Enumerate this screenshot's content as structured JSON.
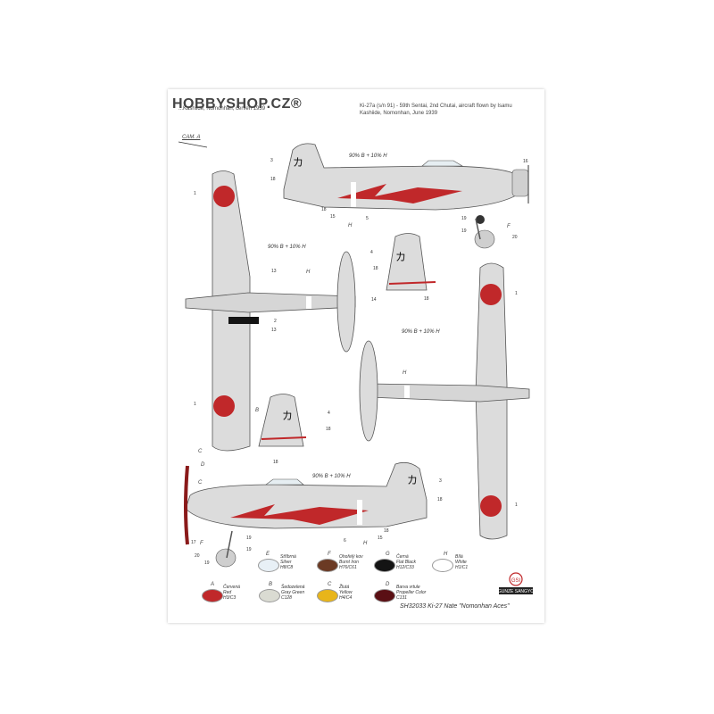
{
  "watermark": "HOBBYSHOP.CZ®",
  "caption_left": "...Kashilde, Nomonhan, červen 1939",
  "caption_right": "Ki-27a (s/n 91) - 59th Sentai, 2nd Chutai, aircraft flown by Isamu Kashiide, Nomonhan, June 1939",
  "cam_label": "CAM. A",
  "paint_callout": "90% B + 10% H",
  "tail_kana": "カ",
  "num_labels": {
    "n1": "1",
    "n2": "2",
    "n3": "3",
    "n4": "4",
    "n5": "5",
    "n6": "6",
    "n13": "13",
    "n14": "14",
    "n15": "15",
    "n16": "16",
    "n17": "17",
    "n18": "18",
    "n19": "19",
    "n20": "20"
  },
  "letters": {
    "B": "B",
    "C": "C",
    "D": "D",
    "F": "F",
    "H": "H"
  },
  "legend": [
    {
      "key": "E",
      "line1": "Stříbrná",
      "line2": "Silver",
      "line3": "H8/C8",
      "color": "#e8f0f6"
    },
    {
      "key": "F",
      "line1": "Ohořelý kov",
      "line2": "Burnt Iron",
      "line3": "H76/C61",
      "color": "#6b3a24"
    },
    {
      "key": "G",
      "line1": "Černá",
      "line2": "Flat Black",
      "line3": "H12/C33",
      "color": "#141414"
    },
    {
      "key": "H",
      "line1": "Bílá",
      "line2": "White",
      "line3": "H1/C1",
      "color": "#ffffff"
    },
    {
      "key": "A",
      "line1": "Červená",
      "line2": "Red",
      "line3": "H3/C3",
      "color": "#c0282a"
    },
    {
      "key": "B",
      "line1": "Šedozelená",
      "line2": "Gray Green",
      "line3": "C128",
      "color": "#dadbd2"
    },
    {
      "key": "C",
      "line1": "Žlutá",
      "line2": "Yellow",
      "line3": "H4/C4",
      "color": "#e8b51a"
    },
    {
      "key": "D",
      "line1": "Barva vrtule",
      "line2": "Propeller Color",
      "line3": "C131",
      "color": "#5a0f14"
    }
  ],
  "footer": "SH32033  Ki-27 Nate \"Nomonhan Aces\"",
  "brand": "GUNZE SANGYO",
  "colors": {
    "red": "#c0282a",
    "body": "#d9d9d9",
    "outline": "#555555"
  }
}
